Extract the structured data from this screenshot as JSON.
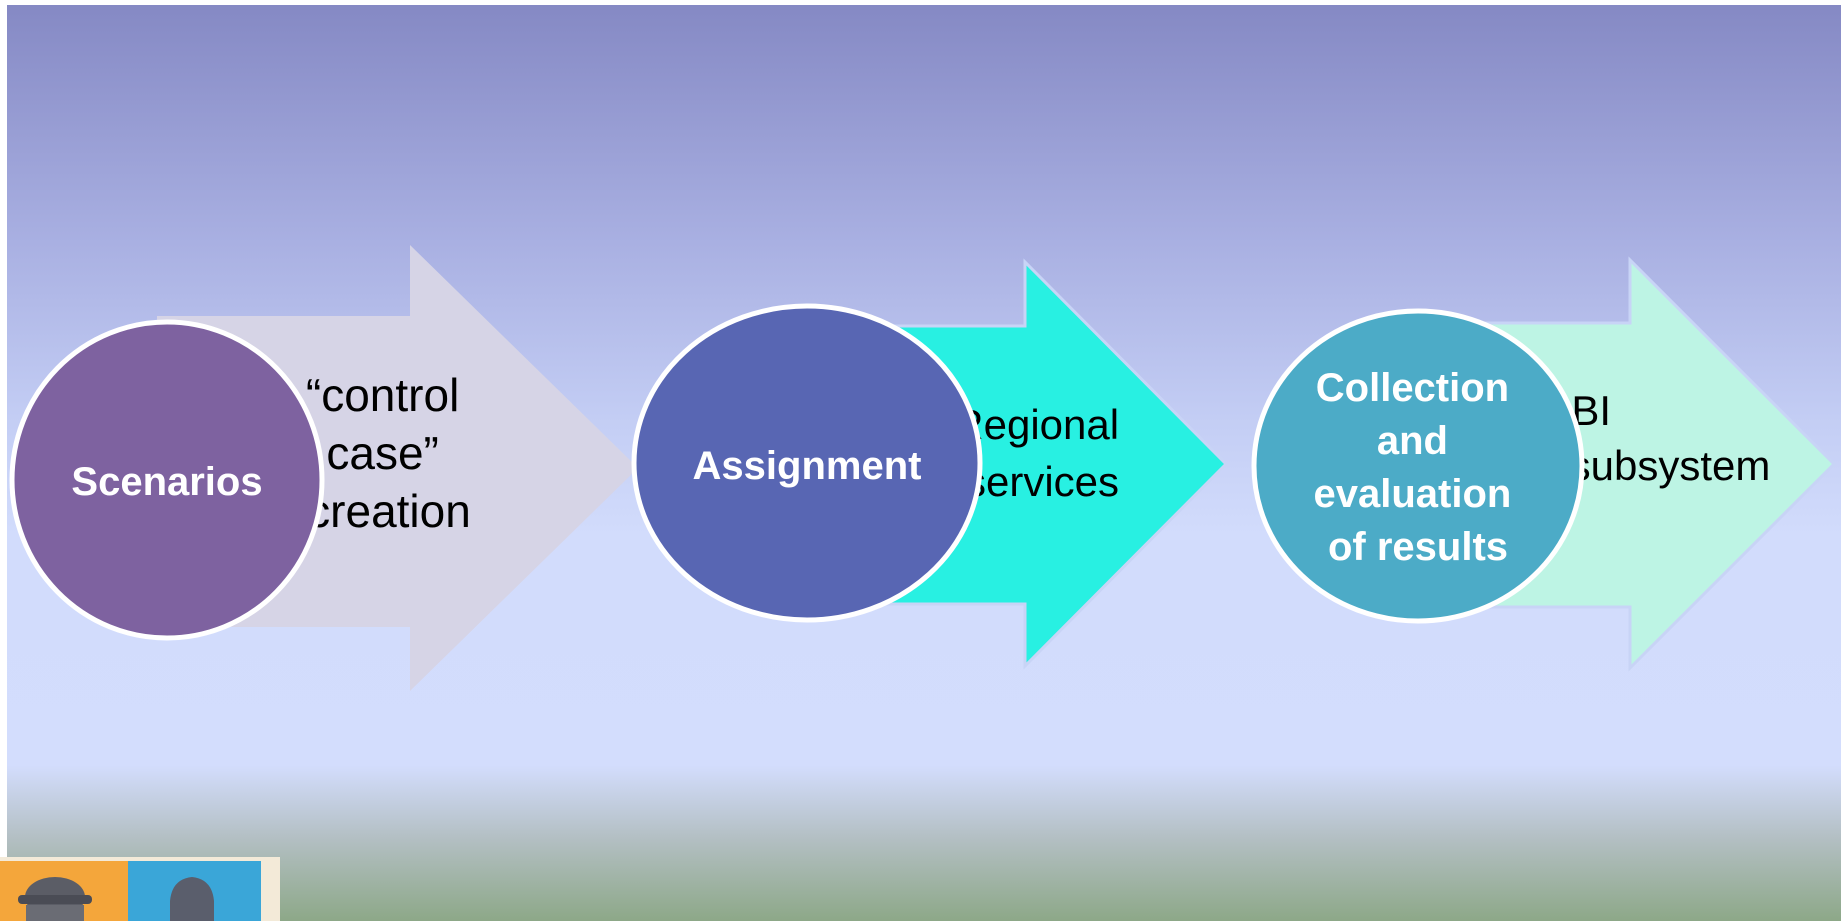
{
  "steps": [
    {
      "circle_label": [
        "Scenarios"
      ],
      "arrow_label": [
        "“control",
        "case”",
        "creation"
      ]
    },
    {
      "circle_label": [
        "Assignment"
      ],
      "arrow_label": [
        "Regional",
        "services"
      ]
    },
    {
      "circle_label": [
        "Collection",
        "and",
        "evaluation",
        "of results"
      ],
      "arrow_label": [
        "BI",
        "subsystem"
      ]
    }
  ],
  "colors": {
    "circle_1": "#7e62a0",
    "circle_2": "#5866b3",
    "circle_3": "#4cabc7",
    "arrow_1": "#d6d4e6",
    "arrow_2": "#28f0e2",
    "arrow_3": "#bdf4e4",
    "circle_text": "#ffffff",
    "arrow_text": "#000000"
  },
  "thumbnail": {
    "icons": [
      "person-silhouette-icon",
      "person-silhouette-icon"
    ],
    "colors": [
      "#f4a63b",
      "#3aa6d8"
    ]
  }
}
